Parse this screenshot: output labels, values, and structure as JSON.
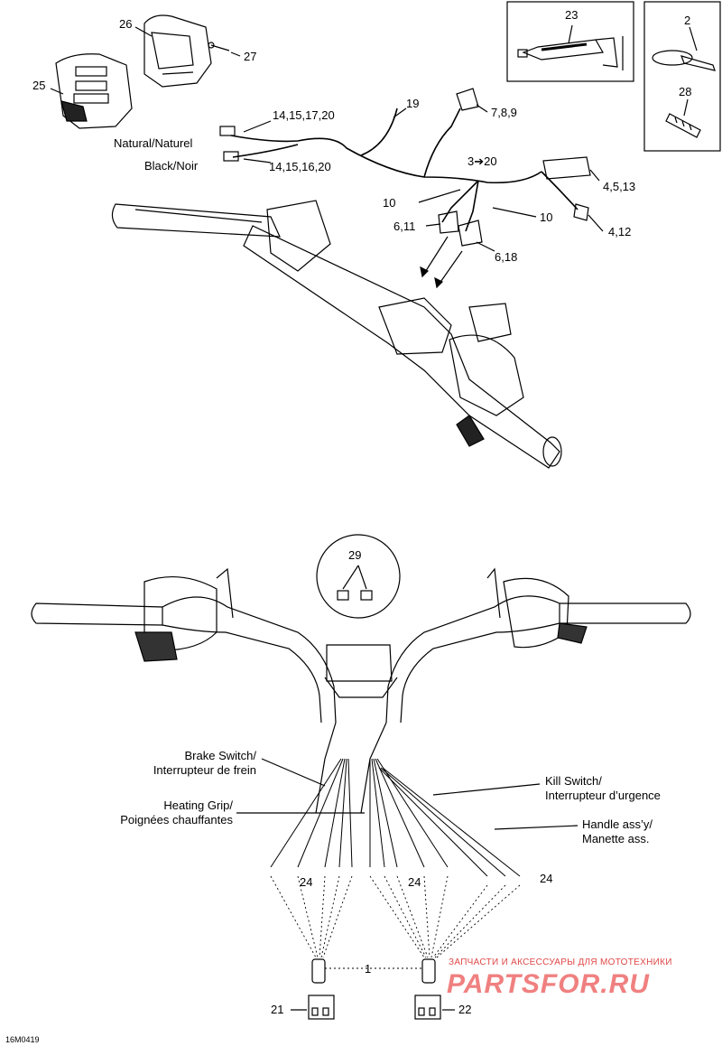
{
  "callouts": {
    "c1": "1",
    "c2": "2",
    "c3_20": "3➔20",
    "c4_5_13": "4,5,13",
    "c4_12": "4,12",
    "c6_11": "6,11",
    "c6_18": "6,18",
    "c7_8_9": "7,8,9",
    "c10a": "10",
    "c10b": "10",
    "c14_15_17_20": "14,15,17,20",
    "c14_15_16_20": "14,15,16,20",
    "c19": "19",
    "c21": "21",
    "c22": "22",
    "c23": "23",
    "c24a": "24",
    "c24b": "24",
    "c24c": "24",
    "c25": "25",
    "c26": "26",
    "c27": "27",
    "c28": "28",
    "c29": "29"
  },
  "labels": {
    "natural": "Natural/Naturel",
    "black": "Black/Noir",
    "brake_en": "Brake Switch/",
    "brake_fr": "Interrupteur de frein",
    "heat_en": "Heating Grip/",
    "heat_fr": "Poignées chauffantes",
    "kill_en": "Kill Switch/",
    "kill_fr": "Interrupteur d’urgence",
    "handle_en": "Handle ass’y/",
    "handle_fr": "Manette ass."
  },
  "watermark": {
    "line1": "ЗАПЧАСТИ И АКСЕССУАРЫ ДЛЯ МОТОТЕХНИКИ",
    "line2": "PARTSFOR.RU"
  },
  "drawing_code": "16M0419"
}
